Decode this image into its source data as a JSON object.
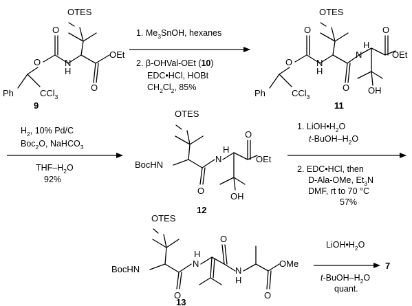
{
  "compounds": {
    "c9": {
      "number": "9",
      "otes": "OTES",
      "oet": "OEt",
      "nh": "H",
      "n": "N",
      "ph": "Ph",
      "ccl3": "CCl",
      "sub3": "3",
      "o": "O"
    },
    "c11": {
      "number": "11",
      "otes": "OTES",
      "oet": "OEt",
      "oh": "OH",
      "h": "H",
      "n": "N",
      "ph": "Ph",
      "ccl3": "CCl",
      "sub3": "3",
      "o": "O"
    },
    "c12": {
      "number": "12",
      "otes": "OTES",
      "oet": "OEt",
      "oh": "OH",
      "bochn": "BocHN",
      "h": "H",
      "n": "N",
      "o": "O"
    },
    "c13": {
      "number": "13",
      "otes": "OTES",
      "ome": "OMe",
      "bochn": "BocHN",
      "h": "H",
      "n": "N",
      "o": "O"
    },
    "c7": {
      "number": "7"
    }
  },
  "steps": {
    "s1": {
      "l1": "1. Me",
      "l1_sub": "3",
      "l1_rest": "SnOH, hexanes",
      "l2": "2. β-OHVal-OEt (",
      "l2_bold": "10",
      "l2_rest": ")",
      "l3": "EDC•HCl, HOBt",
      "l4": "CH",
      "l4_sub1": "2",
      "l4_mid": "Cl",
      "l4_sub2": "2",
      "l4_rest": ", 85%"
    },
    "s2": {
      "l1": "H",
      "l1_sub": "2",
      "l1_rest": ", 10% Pd/C",
      "l2": "Boc",
      "l2_sub": "2",
      "l2_rest": "O, NaHCO",
      "l2_sub2": "3",
      "l3": "THF–H",
      "l3_sub": "2",
      "l3_rest": "O",
      "l4": "92%"
    },
    "s3": {
      "l1": "1. LiOH•H",
      "l1_sub": "2",
      "l1_rest": "O",
      "l2_it": "t",
      "l2": "-BuOH–H",
      "l2_sub": "2",
      "l2_rest": "O",
      "l3": "2. EDC•HCl, then",
      "l4": "D-Ala-OMe, Et",
      "l4_sub": "3",
      "l4_rest": "N",
      "l5": "DMF, rt to 70 °C",
      "l6": "57%"
    },
    "s4": {
      "l1": "LiOH•H",
      "l1_sub": "2",
      "l1_rest": "O",
      "l2_it": "t",
      "l2": "-BuOH–H",
      "l2_sub": "2",
      "l2_rest": "O",
      "l3": "quant."
    }
  }
}
